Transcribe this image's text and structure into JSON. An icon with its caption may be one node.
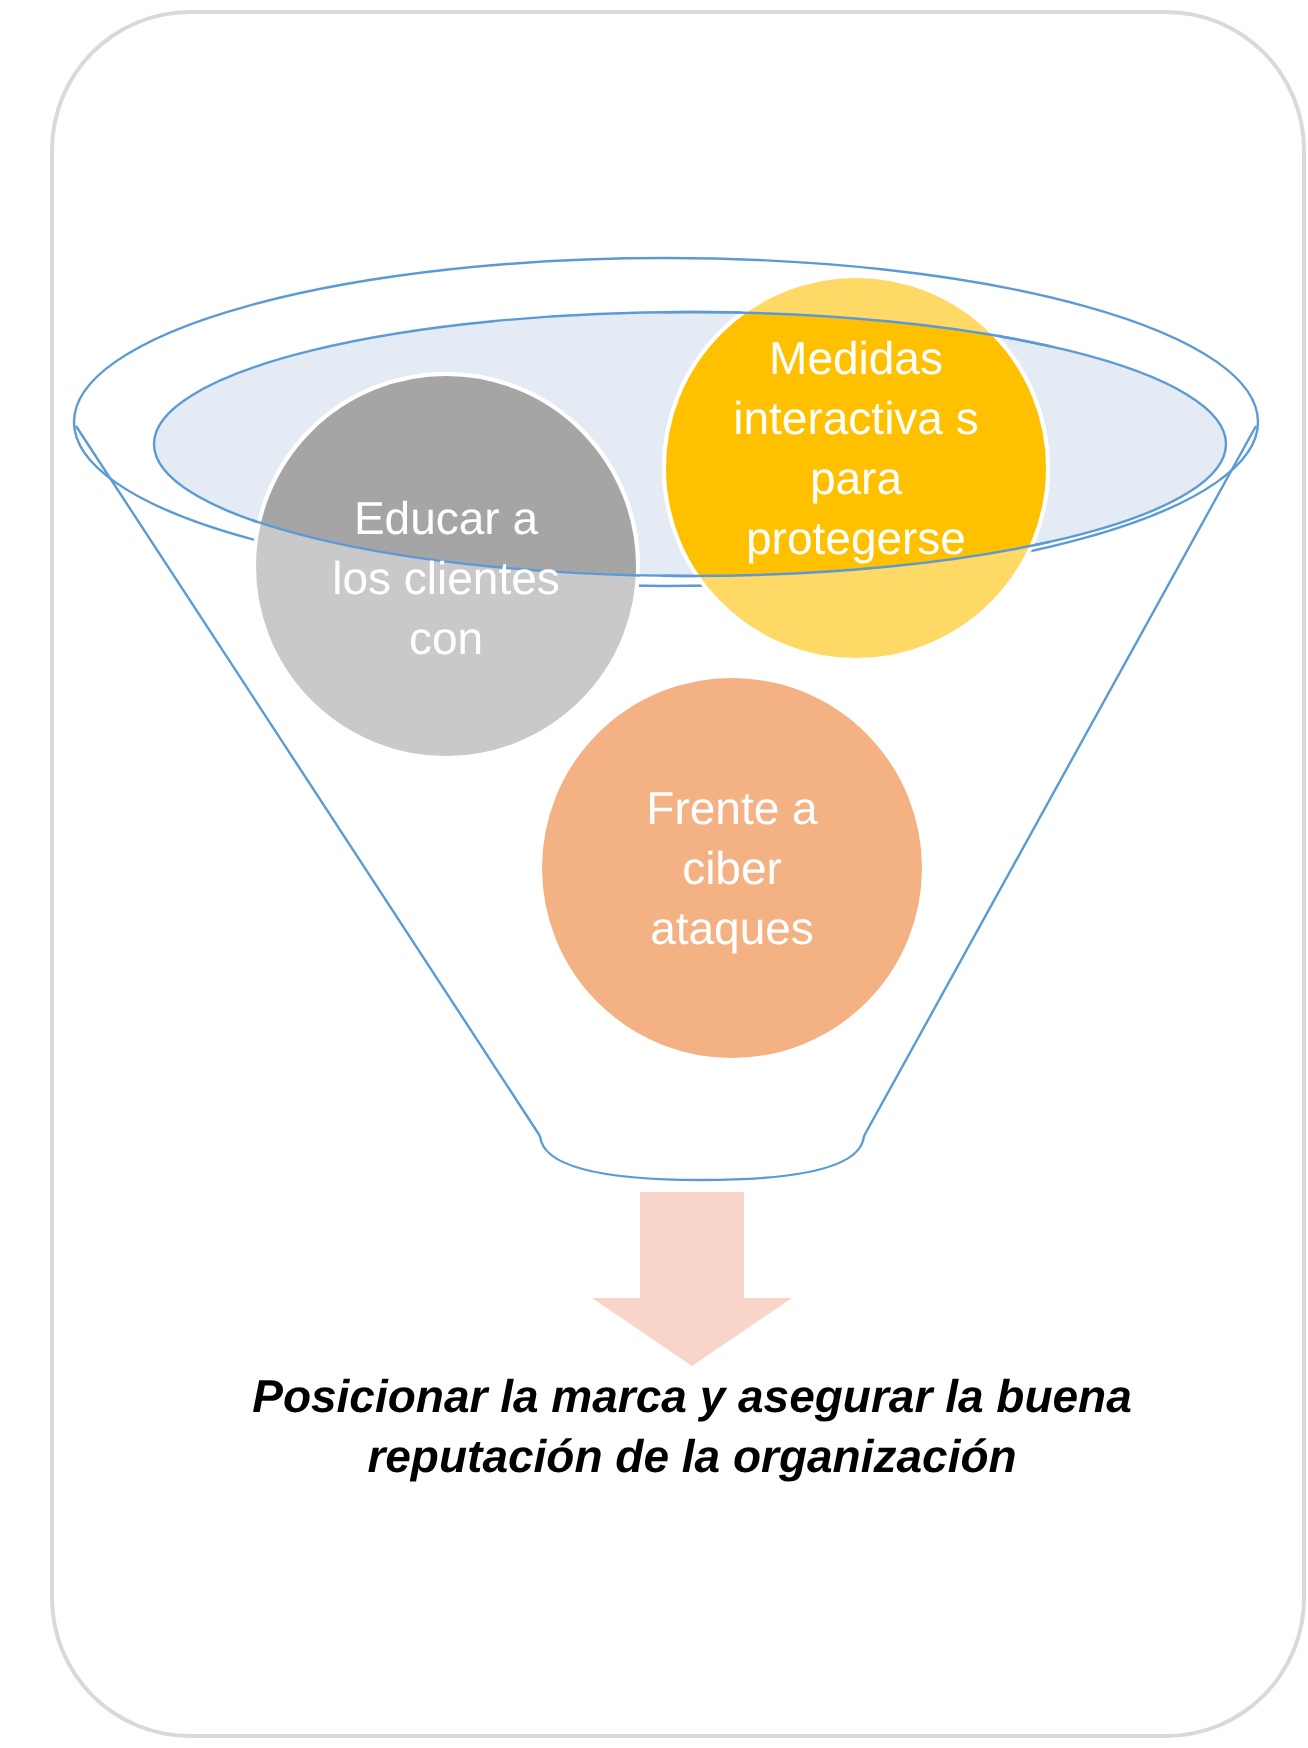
{
  "diagram": {
    "nodes": [
      {
        "text": [],
        "shape": "box"
      },
      {
        "text": [],
        "shape": "funnel",
        "in": 0
      },
      {
        "text": [
          "Educar a los clientes con"
        ],
        "in": 1
      },
      {
        "text": [
          "Medidas interactiva s para protegerse"
        ],
        "in": 1
      },
      {
        "text": [
          "Frente a ciber ataques"
        ],
        "in": 1
      },
      {
        "text": [
          "Posicionar la marca y asegurar la buena reputación de la organización"
        ],
        "in": 0
      }
    ],
    "edges": [
      {
        "from": 1,
        "to": 5,
        "arrow": "to"
      }
    ]
  }
}
